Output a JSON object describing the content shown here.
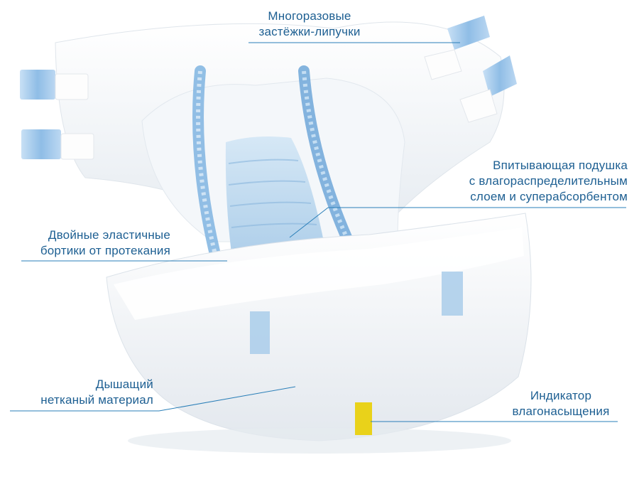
{
  "diagram": {
    "callouts": [
      {
        "id": "fasteners",
        "lines": [
          "Многоразовые",
          "застёжки-липучки"
        ]
      },
      {
        "id": "pad",
        "lines": [
          "Впитывающая подушка",
          "с влагораспределительным",
          "слоем и суперабсорбентом"
        ]
      },
      {
        "id": "cuffs",
        "lines": [
          "Двойные эластичные",
          "бортики от протекания"
        ]
      },
      {
        "id": "backsheet",
        "lines": [
          "Дышащий",
          "нетканый материал"
        ]
      },
      {
        "id": "indicator",
        "lines": [
          "Индикатор",
          "влагонасыщения"
        ]
      }
    ],
    "colors": {
      "label_text": "#1d5f92",
      "leader_line": "#2a7fb8",
      "tab_blue": "#8fbde6",
      "pad_blue": "#a9cdea",
      "indicator_yellow": "#e9d21a",
      "diaper_white": "#f7f9fb",
      "shadow_grey": "#d9dfe6"
    }
  }
}
